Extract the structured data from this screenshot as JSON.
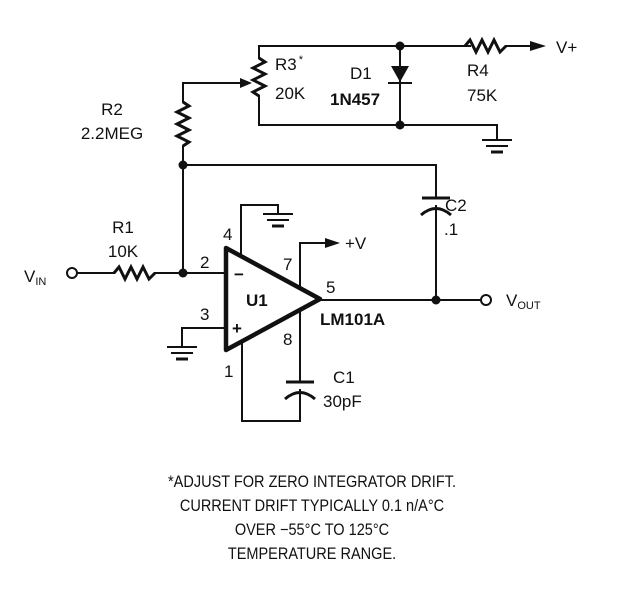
{
  "title": "LM101A Integrator with Drift Compensation",
  "components": {
    "r1": {
      "ref": "R1",
      "value": "10K"
    },
    "r2": {
      "ref": "R2",
      "value": "2.2MEG"
    },
    "r3": {
      "ref": "R3",
      "mark": "*",
      "value": "20K"
    },
    "r4": {
      "ref": "R4",
      "value": "75K"
    },
    "d1": {
      "ref": "D1",
      "value": "1N457"
    },
    "c1": {
      "ref": "C1",
      "value": "30pF"
    },
    "c2": {
      "ref": "C2",
      "value": ".1"
    },
    "u1": {
      "ref": "U1",
      "part": "LM101A",
      "pins": {
        "inv": "2",
        "noninv": "3",
        "vneg": "4",
        "vpos": "7",
        "out": "5",
        "comp1": "1",
        "comp2": "8"
      },
      "inv_symbol": "−",
      "noninv_symbol": "+"
    }
  },
  "terminals": {
    "vin": {
      "main": "V",
      "sub": "IN"
    },
    "vout": {
      "main": "V",
      "sub": "OUT"
    },
    "vplus_top": "V+",
    "vplus_amp": "+V"
  },
  "notes": [
    "*ADJUST FOR ZERO INTEGRATOR DRIFT.",
    "CURRENT DRIFT TYPICALLY 0.1 n/A°C",
    "OVER −55°C TO 125°C",
    "TEMPERATURE RANGE."
  ]
}
